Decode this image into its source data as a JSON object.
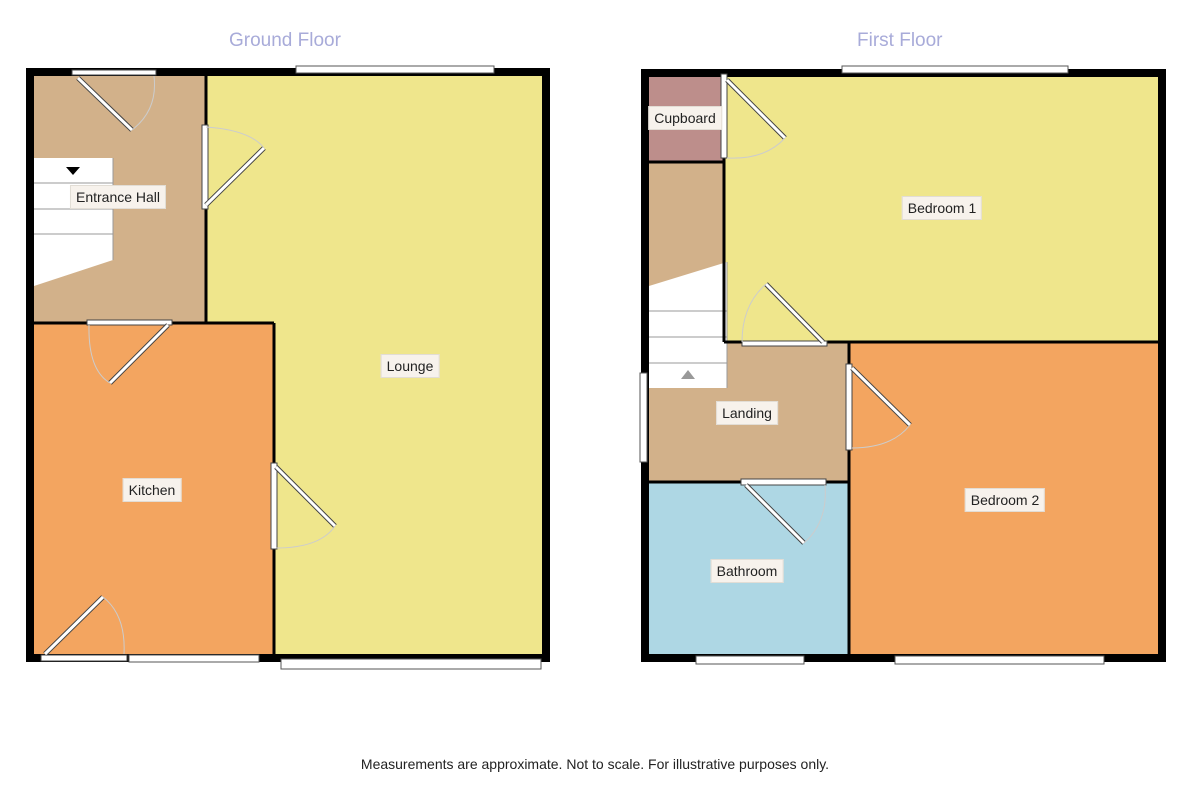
{
  "floors": {
    "ground": {
      "title": "Ground Floor",
      "rooms": {
        "entrance_hall": "Entrance Hall",
        "lounge": "Lounge",
        "kitchen": "Kitchen"
      }
    },
    "first": {
      "title": "First Floor",
      "rooms": {
        "cupboard": "Cupboard",
        "bedroom1": "Bedroom 1",
        "landing": "Landing",
        "bathroom": "Bathroom",
        "bedroom2": "Bedroom 2"
      }
    }
  },
  "colors": {
    "wall": "#000000",
    "lounge": "#efe68c",
    "bedroom": "#efe68c",
    "kitchen": "#f3a560",
    "bedroom2": "#f3a560",
    "hall": "#d2b18a",
    "cupboard": "#bd8e8b",
    "bathroom": "#aed7e4",
    "title": "#a8abd9"
  },
  "footer": "Measurements are approximate. Not to scale. For illustrative purposes only."
}
